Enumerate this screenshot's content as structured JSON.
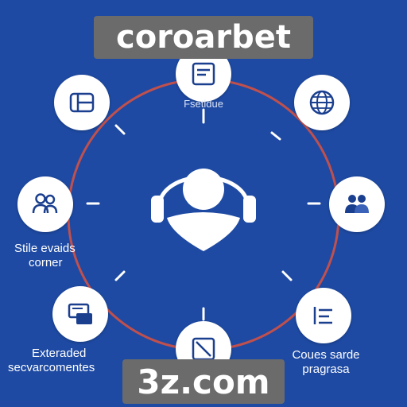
{
  "watermark_top": "coroarbet",
  "watermark_bottom": "3z.com",
  "colors": {
    "background": "#1e4aa3",
    "ring": "#c0504d",
    "node": "#ffffff",
    "icon": "#1b3f8f"
  },
  "center": {
    "icon": "headset-user-icon"
  },
  "nodes": [
    {
      "id": "top",
      "icon": "document-icon",
      "label": ""
    },
    {
      "id": "top-right",
      "icon": "globe-icon",
      "label": ""
    },
    {
      "id": "right",
      "icon": "team-icon",
      "label": ""
    },
    {
      "id": "bottom-right",
      "icon": "list-icon",
      "label": "Coues sarde\npragrasa"
    },
    {
      "id": "bottom",
      "icon": "edit-icon",
      "label": ""
    },
    {
      "id": "bottom-left",
      "icon": "card-icon",
      "label": "Exteraded\nsecvarcomentes"
    },
    {
      "id": "left",
      "icon": "users-icon",
      "label": "Stile evaids\ncorner"
    },
    {
      "id": "top-left",
      "icon": "chip-icon",
      "label": ""
    }
  ],
  "inner_label": "Fsetidue"
}
